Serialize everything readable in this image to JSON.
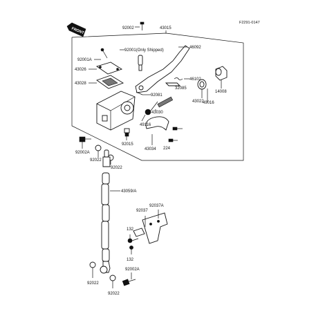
{
  "diagram": {
    "ref_code": "F2291-0147",
    "front_label": "FRONT",
    "labels": {
      "p92002": "92002",
      "p43015": "43015",
      "p92001A": "92001A",
      "p92001": "92001(Only Shipped)",
      "p46092": "46092",
      "p43026": "43026",
      "p46102": "46102",
      "p43028": "43028",
      "p92081": "92081",
      "p32085": "32085",
      "p14008": "14008",
      "p43022": "43022",
      "p49016": "49016",
      "p43030": "43030",
      "p49116": "49116",
      "p92015": "92015",
      "p43034": "43034",
      "p224": "224",
      "p92002A_top": "92002A",
      "p92022_a": "92022",
      "p92022_b": "92022",
      "p43059A": "43059/A",
      "p92037A": "92037A",
      "p92037": "92037",
      "p132_a": "132",
      "p132_b": "132",
      "p92002A_bot": "92002A",
      "p92022_c": "92022",
      "p92022_d": "92022"
    }
  }
}
